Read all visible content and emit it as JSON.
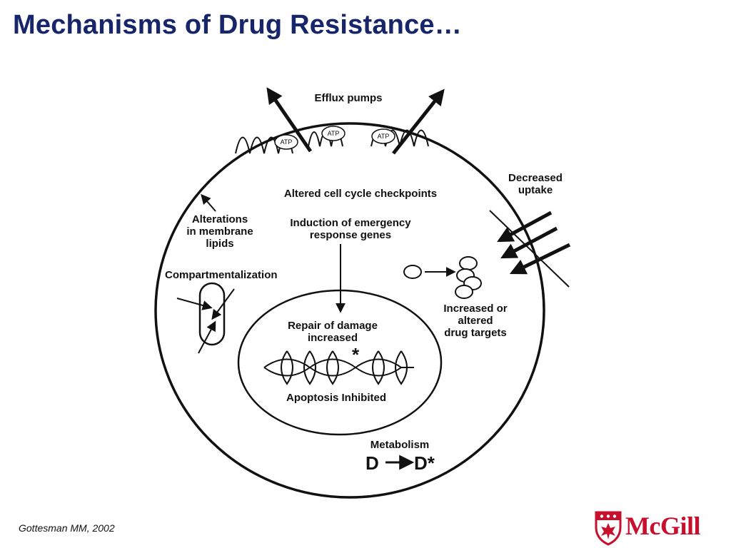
{
  "slide": {
    "title": "Mechanisms of Drug Resistance…",
    "citation": "Gottesman MM, 2002",
    "logo_text": "McGill"
  },
  "diagram": {
    "labels": {
      "efflux_pumps": "Efflux pumps",
      "atp": "ATP",
      "decreased_uptake_1": "Decreased",
      "decreased_uptake_2": "uptake",
      "altered_checkpoints": "Altered cell cycle checkpoints",
      "alterations_1": "Alterations",
      "alterations_2": "in membrane",
      "alterations_3": "lipids",
      "induction_1": "Induction of emergency",
      "induction_2": "response genes",
      "compartmentalization": "Compartmentalization",
      "targets_1": "Increased or",
      "targets_2": "altered",
      "targets_3": "drug targets",
      "repair_1": "Repair of damage",
      "repair_2": "increased",
      "apoptosis": "Apoptosis Inhibited",
      "metabolism": "Metabolism",
      "drug": "D",
      "drug_metabolite": "D*"
    }
  },
  "colors": {
    "title": "#17256b",
    "logo": "#c8102e",
    "ink": "#111111"
  },
  "icons": {
    "logo": "mcgill-shield-icon"
  }
}
